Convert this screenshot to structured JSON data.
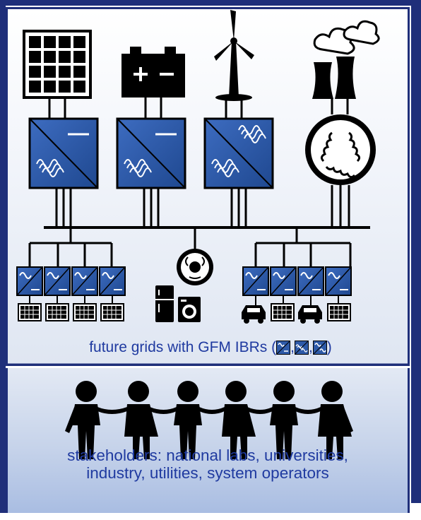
{
  "caption_grid": {
    "prefix": "future grids with GFM IBRs (",
    "sep1": ",",
    "sep2": ",",
    "suffix": ")"
  },
  "caption_stakeholders": {
    "line1": "stakeholders: national labs, universities,",
    "line2": "industry, utilities, system operators"
  },
  "sources": {
    "solar_inverter_dc_symbol": "—",
    "battery_plus": "+",
    "battery_minus": "−"
  },
  "colors": {
    "navy": "#1f2f7a",
    "inverter_blue": "#2e5aa8",
    "caption_blue": "#1f3aa0",
    "black": "#0a0a0a"
  },
  "icons": [
    "solar-panel-icon",
    "battery-icon",
    "wind-turbine-icon",
    "power-plant-icon",
    "synchronous-generator-icon",
    "inverter-icon",
    "refrigerator-icon",
    "washing-machine-icon",
    "motor-icon",
    "electric-car-icon",
    "person-icon"
  ]
}
